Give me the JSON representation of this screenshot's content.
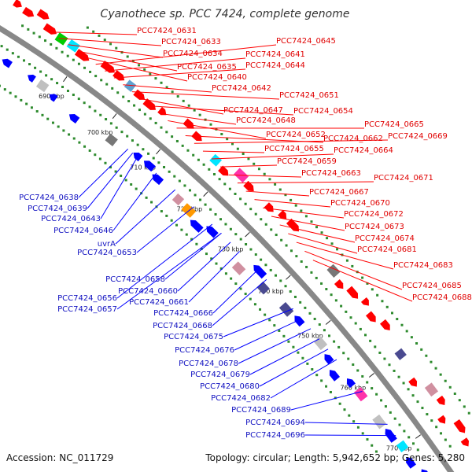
{
  "title": "Cyanothece sp. PCC 7424, complete genome",
  "footer": {
    "accession": "Accession: NC_011729",
    "topology": "Topology: circular; Length: 5,942,652 bp; Genes: 5,280"
  },
  "ticks": [
    "690 kbp",
    "700 kbp",
    "710 kbp",
    "720 kbp",
    "730 kbp",
    "740 kbp",
    "750 kbp",
    "760 kbp",
    "770 kbp"
  ],
  "colors": {
    "forward": "#ff0000",
    "reverse": "#0000ff",
    "backbone": "#888888",
    "dots": "#2d8a2d"
  },
  "forward_labels": [
    "PCC7424_0631",
    "PCC7424_0633",
    "PCC7424_0634",
    "PCC7424_0635",
    "PCC7424_0640",
    "PCC7424_0645",
    "PCC7424_0641",
    "PCC7424_0644",
    "PCC7424_0642",
    "PCC7424_0651",
    "PCC7424_0647",
    "PCC7424_0654",
    "PCC7424_0648",
    "PCC7424_0652",
    "PCC7424_0665",
    "PCC7424_0662",
    "PCC7424_0669",
    "PCC7424_0655",
    "PCC7424_0664",
    "PCC7424_0659",
    "PCC7424_0663",
    "PCC7424_0671",
    "PCC7424_0667",
    "PCC7424_0670",
    "PCC7424_0672",
    "PCC7424_0673",
    "PCC7424_0674",
    "PCC7424_0681",
    "PCC7424_0683",
    "PCC7424_0685",
    "PCC7424_0688"
  ],
  "reverse_labels": [
    "PCC7424_0638",
    "PCC7424_0639",
    "PCC7424_0643",
    "PCC7424_0646",
    "uvrA",
    "PCC7424_0653",
    "PCC7424_0658",
    "PCC7424_0660",
    "PCC7424_0656",
    "PCC7424_0661",
    "PCC7424_0657",
    "PCC7424_0666",
    "PCC7424_0668",
    "PCC7424_0675",
    "PCC7424_0676",
    "PCC7424_0678",
    "PCC7424_0679",
    "PCC7424_0680",
    "PCC7424_0682",
    "PCC7424_0689",
    "PCC7424_0694",
    "PCC7424_0696"
  ]
}
